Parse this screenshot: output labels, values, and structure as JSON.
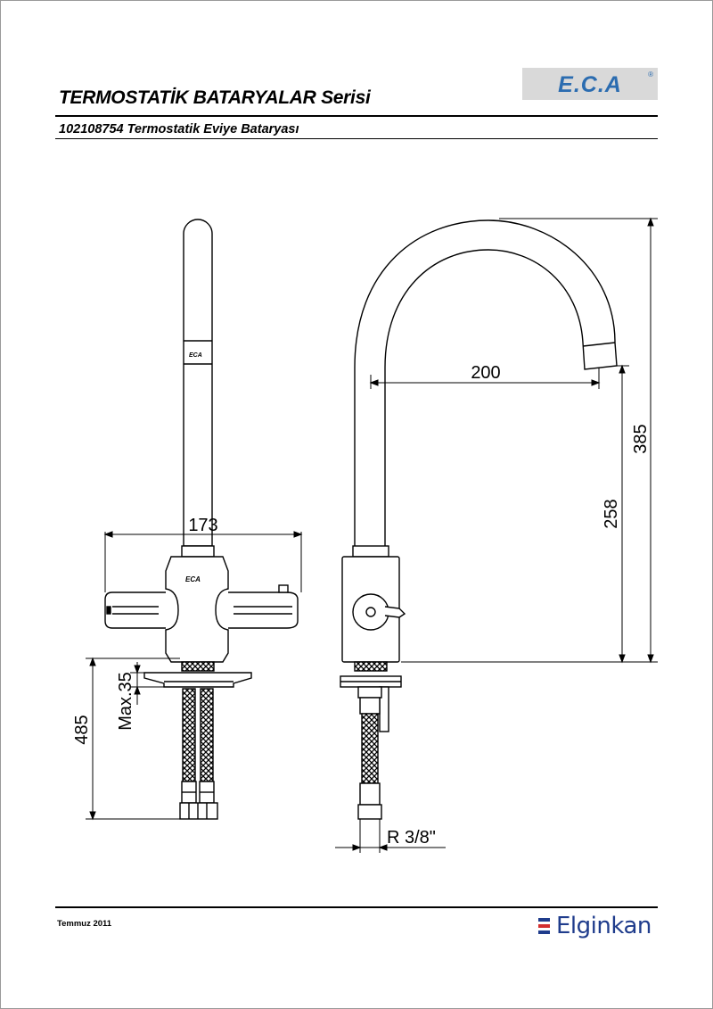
{
  "header": {
    "series_title": "TERMOSTATİK BATARYALAR Serisi",
    "product_title": "102108754 Termostatik Eviye Bataryası",
    "logo_text": "E.C.A",
    "logo_reg": "®"
  },
  "drawing": {
    "front_view": {
      "body_logo": "ECA",
      "spout_logo": "ECA",
      "dim_width": "173",
      "dim_total_height": "485",
      "dim_max_thickness": "Max.35"
    },
    "side_view": {
      "dim_reach": "200",
      "dim_height": "385",
      "dim_spout_height": "258",
      "dim_thread": "R 3/8\""
    }
  },
  "footer": {
    "date": "Temmuz 2011",
    "brand": "Elginkan",
    "brand_colors": [
      "#1f3c8c",
      "#d32f2f",
      "#1f3c8c"
    ]
  }
}
